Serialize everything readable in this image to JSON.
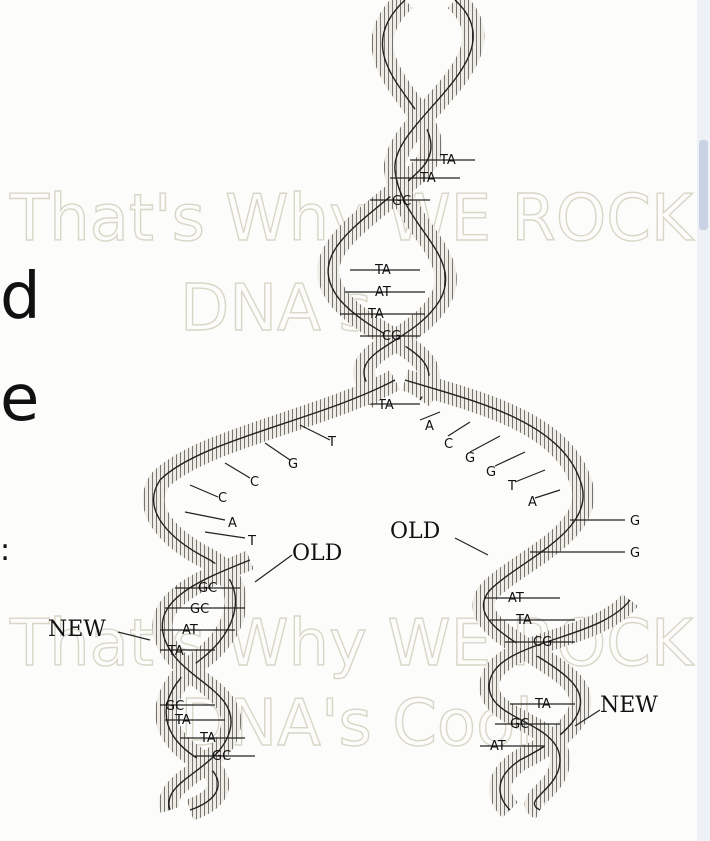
{
  "watermark": {
    "lines": [
      "That's Why WE ROCK  That's",
      "DNA's",
      "That's Why WE ROCK  That",
      "DNA's Cool"
    ]
  },
  "slide_fragments": [
    "d",
    "e",
    ":"
  ],
  "labels": {
    "old_left": "OLD",
    "old_right": "OLD",
    "new_left": "NEW",
    "new_right": "NEW"
  },
  "top_helix_pairs": [
    "TA",
    "TA",
    "GC",
    "TA",
    "AT",
    "TA",
    "CG"
  ],
  "fork_pair": "TA",
  "left_unpaired": [
    "T",
    "G",
    "C",
    "C",
    "A",
    "T"
  ],
  "right_unpaired": [
    "A",
    "C",
    "G",
    "G",
    "T",
    "A"
  ],
  "right_old_extra": [
    "G",
    "G"
  ],
  "left_daughter_pairs": [
    "GC",
    "GC",
    "AT",
    "TA",
    "GC",
    "TA",
    "TA",
    "GC"
  ],
  "right_daughter_pairs": [
    "AT",
    "TA",
    "CG",
    "TA",
    "GC",
    "AT"
  ],
  "colors": {
    "strand": "#3a3a3a",
    "strand_fill": "#e8e6de",
    "watermark": "#d9d6c8"
  }
}
